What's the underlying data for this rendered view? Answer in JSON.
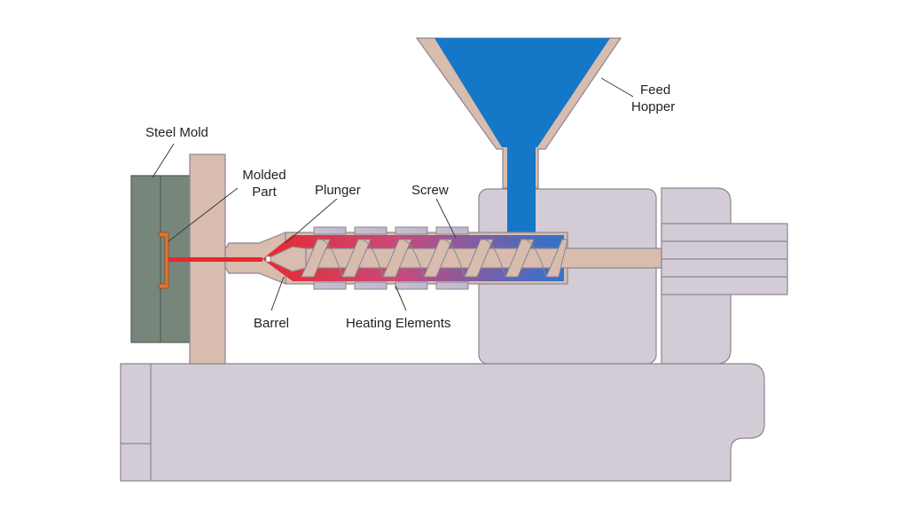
{
  "labels": {
    "feed_hopper": [
      "Feed",
      "Hopper"
    ],
    "steel_mold": "Steel Mold",
    "molded_part": [
      "Molded",
      "Part"
    ],
    "plunger": "Plunger",
    "screw": "Screw",
    "barrel": "Barrel",
    "heating_elements": "Heating Elements"
  },
  "colors": {
    "machine_body": "#d3ccd6",
    "outline": "#8a8690",
    "mold": "#77867a",
    "platen": "#d8bcae",
    "hopper_fill": "#1577c7",
    "melt_red": "#e8282f",
    "melt_blue": "#2e73d0",
    "leader": "#3a3a3a"
  }
}
